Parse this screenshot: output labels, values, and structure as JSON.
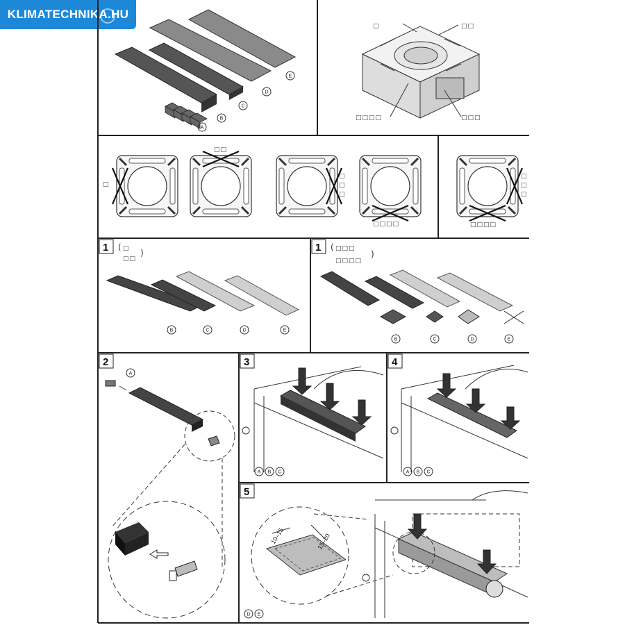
{
  "brand": {
    "text": "KLIMATECHNIKA.HU",
    "color": "#1e88d8"
  },
  "parts": {
    "a": "A",
    "b": "B",
    "c": "C",
    "d": "D",
    "e": "E"
  },
  "steps": {
    "s1": "1",
    "s2": "2",
    "s3": "3",
    "s4": "4",
    "s5": "5"
  },
  "placeholders": {
    "overview_top_left": "□",
    "overview_top_right": "□□",
    "overview_bottom_left": "□□□□",
    "overview_bottom_right": "□□□",
    "orient_1_side": "□",
    "orient_2_top": "□□",
    "orient_3_side": "□\n□\n□",
    "orient_4_bottom": "□□□□",
    "orient_5_bottom": "□□□□",
    "step1a_line1": "□",
    "step1a_line2": "□□",
    "step1b_line1": "□□□",
    "step1b_line2": "□□□□"
  },
  "dimensions": {
    "d1": "10–15",
    "d2": "15–20"
  },
  "labels": {
    "step3_parts": [
      "A",
      "B",
      "C"
    ],
    "step4_parts": [
      "A",
      "B",
      "C"
    ],
    "step5_parts": [
      "D",
      "E"
    ]
  }
}
